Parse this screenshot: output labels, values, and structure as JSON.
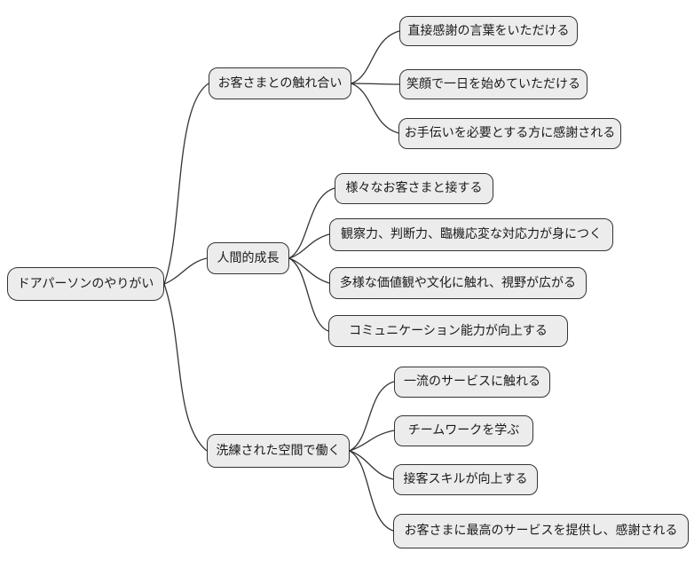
{
  "mindmap": {
    "root": {
      "label": "ドアパーソンのやりがい"
    },
    "branches": [
      {
        "label": "お客さまとの触れ合い",
        "children": [
          {
            "label": "直接感謝の言葉をいただける"
          },
          {
            "label": "笑顔で一日を始めていただける"
          },
          {
            "label": "お手伝いを必要とする方に感謝される"
          }
        ]
      },
      {
        "label": "人間的成長",
        "children": [
          {
            "label": "様々なお客さまと接する"
          },
          {
            "label": "観察力、判断力、臨機応変な対応力が身につく"
          },
          {
            "label": "多様な価値観や文化に触れ、視野が広がる"
          },
          {
            "label": "コミュニケーション能力が向上する"
          }
        ]
      },
      {
        "label": "洗練された空間で働く",
        "children": [
          {
            "label": "一流のサービスに触れる"
          },
          {
            "label": "チームワークを学ぶ"
          },
          {
            "label": "接客スキルが向上する"
          },
          {
            "label": "お客さまに最高のサービスを提供し、感謝される"
          }
        ]
      }
    ]
  },
  "colors": {
    "background": "#ffffff",
    "node_fill": "#ececec",
    "node_border": "#343434",
    "connector": "#333333"
  }
}
